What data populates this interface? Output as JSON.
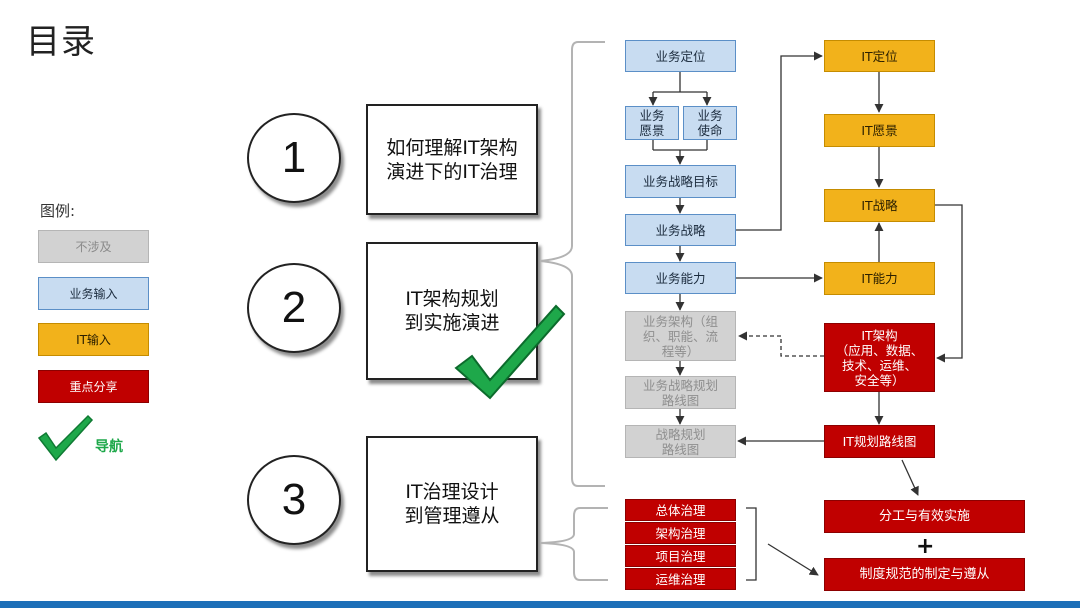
{
  "title": "目录",
  "legend": {
    "title": "图例:",
    "items": [
      {
        "label": "不涉及",
        "style": "grey"
      },
      {
        "label": "业务输入",
        "style": "blue"
      },
      {
        "label": "IT输入",
        "style": "orange"
      },
      {
        "label": "重点分享",
        "style": "red"
      }
    ],
    "nav_label": "导航"
  },
  "sections": [
    {
      "number": "1",
      "text": "如何理解IT架构\n演进下的IT治理"
    },
    {
      "number": "2",
      "text": "IT架构规划\n到实施演进",
      "current": true
    },
    {
      "number": "3",
      "text": "IT治理设计\n到管理遵从"
    }
  ],
  "business_chain": [
    "业务定位",
    "业务\n愿景",
    "业务\n使命",
    "业务战略目标",
    "业务战略",
    "业务能力",
    "业务架构（组\n织、职能、流\n程等）",
    "业务战略规划\n路线图",
    "战略规划\n路线图"
  ],
  "it_chain": [
    "IT定位",
    "IT愿景",
    "IT战略",
    "IT能力",
    "IT架构\n（应用、数据、\n技术、运维、\n安全等）",
    "IT规划路线图"
  ],
  "governance": [
    "总体治理",
    "架构治理",
    "项目治理",
    "运维治理"
  ],
  "outcomes": [
    "分工与有效实施",
    "制度规范的制定与遵从"
  ],
  "plus_sign": "+",
  "colors": {
    "grey": "#d2d2d2",
    "blue": "#c8dcf1",
    "orange": "#f2b21b",
    "red": "#c00000",
    "check": "#1ea84a",
    "accent_bar": "#1d6fb8"
  }
}
